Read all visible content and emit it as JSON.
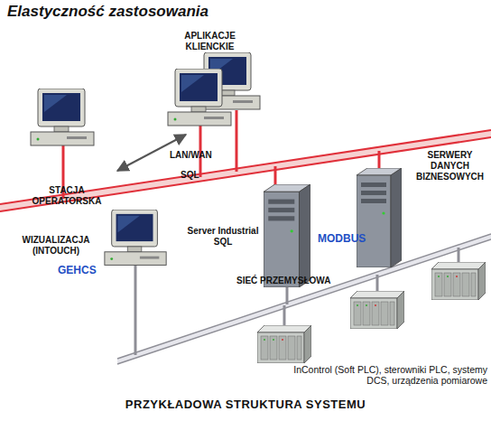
{
  "diagram": {
    "title": "Elastyczność zastosowania",
    "caption": "PRZYKŁADOWA STRUKTURA SYSTEMU",
    "nodes": [
      {
        "text": [
          "APLIKACJE KLIENCKIE"
        ]
      },
      {
        "text": [
          "SERWERY DANYCH BIZNESOWYCH"
        ]
      },
      {
        "text": [
          "STACJA OPERATORSKA",
          "WIZUALIZACJA (INTOUCH)"
        ]
      },
      {
        "text": [
          "Server Industrial SQL"
        ]
      },
      {
        "text": [
          "InControl (Soft PLC), sterowniki PLC, systemy DCS, urządzenia pomiarowe"
        ]
      }
    ],
    "labels": [
      "LAN/WAN",
      "SQL",
      "GEHCS",
      "MODBUS",
      "SIEĆ PRZEMYSŁOWA"
    ]
  }
}
